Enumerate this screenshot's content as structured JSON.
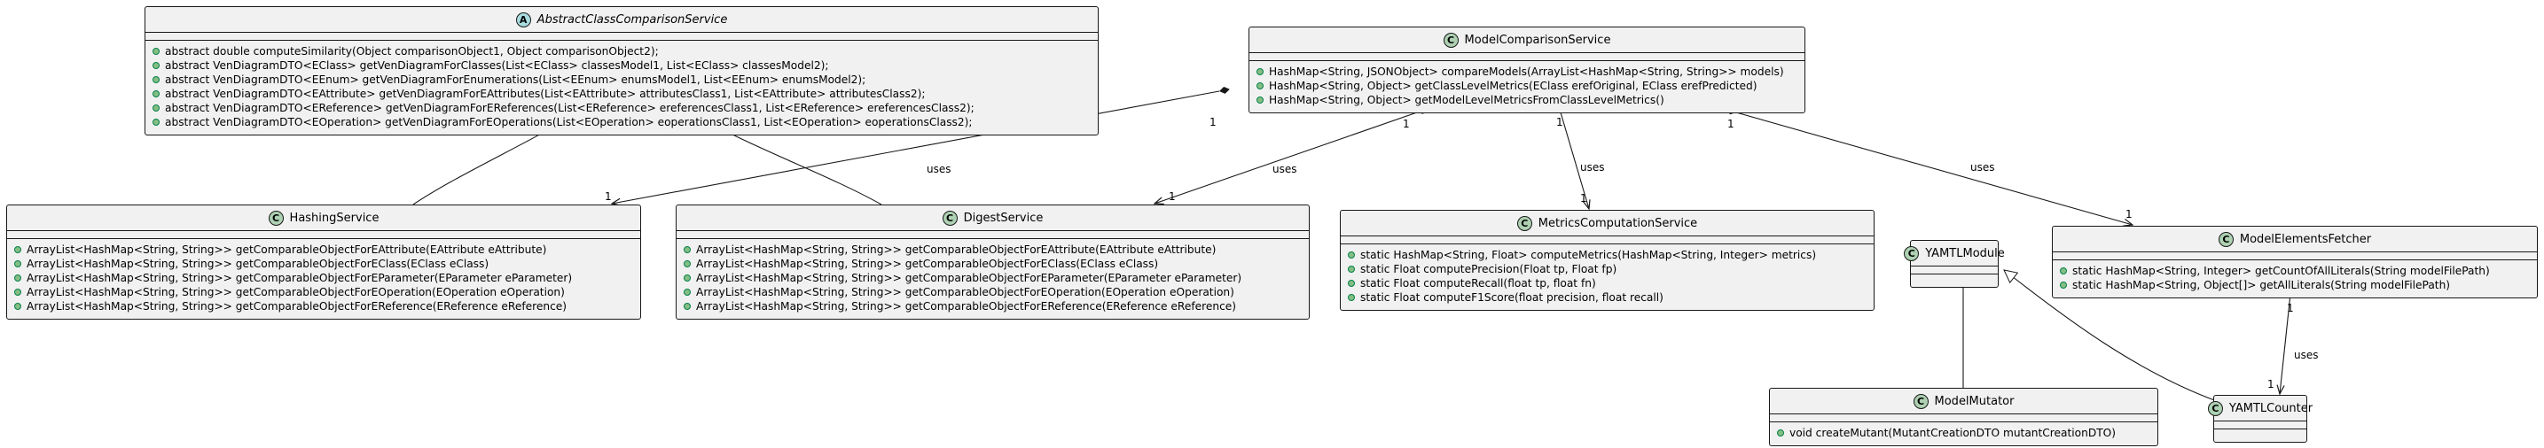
{
  "classes": [
    {
      "id": "abstract",
      "name": "AbstractClassComparisonService",
      "stereotype": "A",
      "abstract": true,
      "methods": [
        "abstract double computeSimilarity(Object comparisonObject1, Object comparisonObject2);",
        "abstract VenDiagramDTO<EClass>  getVenDiagramForClasses(List<EClass> classesModel1, List<EClass> classesModel2);",
        "abstract VenDiagramDTO<EEnum>  getVenDiagramForEnumerations(List<EEnum> enumsModel1, List<EEnum> enumsModel2);",
        "abstract VenDiagramDTO<EAttribute> getVenDiagramForEAttributes(List<EAttribute> attributesClass1, List<EAttribute> attributesClass2);",
        "abstract VenDiagramDTO<EReference> getVenDiagramForEReferences(List<EReference> ereferencesClass1, List<EReference> ereferencesClass2);",
        "abstract VenDiagramDTO<EOperation> getVenDiagramForEOperations(List<EOperation> eoperationsClass1, List<EOperation> eoperationsClass2);"
      ]
    },
    {
      "id": "modelcomp",
      "name": "ModelComparisonService",
      "stereotype": "C",
      "methods": [
        "HashMap<String, JSONObject> compareModels(ArrayList<HashMap<String, String>> models)",
        "HashMap<String, Object> getClassLevelMetrics(EClass erefOriginal, EClass erefPredicted)",
        "HashMap<String, Object> getModelLevelMetricsFromClassLevelMetrics()"
      ]
    },
    {
      "id": "hashing",
      "name": "HashingService",
      "stereotype": "C",
      "methods": [
        "ArrayList<HashMap<String, String>> getComparableObjectForEAttribute(EAttribute eAttribute)",
        "ArrayList<HashMap<String, String>> getComparableObjectForEClass(EClass eClass)",
        "ArrayList<HashMap<String, String>> getComparableObjectForEParameter(EParameter eParameter)",
        "ArrayList<HashMap<String, String>> getComparableObjectForEOperation(EOperation eOperation)",
        "ArrayList<HashMap<String, String>> getComparableObjectForEReference(EReference eReference)"
      ]
    },
    {
      "id": "digest",
      "name": "DigestService",
      "stereotype": "C",
      "methods": [
        "ArrayList<HashMap<String, String>> getComparableObjectForEAttribute(EAttribute eAttribute)",
        "ArrayList<HashMap<String, String>> getComparableObjectForEClass(EClass eClass)",
        "ArrayList<HashMap<String, String>> getComparableObjectForEParameter(EParameter eParameter)",
        "ArrayList<HashMap<String, String>> getComparableObjectForEOperation(EOperation eOperation)",
        "ArrayList<HashMap<String, String>> getComparableObjectForEReference(EReference eReference)"
      ]
    },
    {
      "id": "metrics",
      "name": "MetricsComputationService",
      "stereotype": "C",
      "methods": [
        "static HashMap<String, Float> computeMetrics(HashMap<String, Integer> metrics)",
        "static Float computePrecision(Float tp, Float fp)",
        "static Float computeRecall(float tp, float fn)",
        "static Float computeF1Score(float precision, float recall)"
      ]
    },
    {
      "id": "yamtlmodule",
      "name": "YAMTLModule",
      "stereotype": "C",
      "methods": []
    },
    {
      "id": "fetcher",
      "name": "ModelElementsFetcher",
      "stereotype": "C",
      "methods": [
        "static HashMap<String, Integer> getCountOfAllLiterals(String modelFilePath)",
        "static HashMap<String, Object[]> getAllLiterals(String modelFilePath)"
      ]
    },
    {
      "id": "mutator",
      "name": "ModelMutator",
      "stereotype": "C",
      "methods": [
        "void createMutant(MutantCreationDTO mutantCreationDTO)"
      ]
    },
    {
      "id": "counter",
      "name": "YAMTLCounter",
      "stereotype": "C",
      "methods": []
    }
  ],
  "edges": [
    {
      "id": "comp-hashing",
      "label": "uses",
      "from_mult": "1",
      "to_mult": "1"
    },
    {
      "id": "comp-digest",
      "label": "uses",
      "from_mult": "1",
      "to_mult": "1"
    },
    {
      "id": "comp-metrics",
      "label": "uses",
      "from_mult": "1",
      "to_mult": "1"
    },
    {
      "id": "comp-fetcher",
      "label": "uses",
      "from_mult": "1",
      "to_mult": "1"
    },
    {
      "id": "fetcher-counter",
      "label": "uses",
      "from_mult": "1",
      "to_mult": "1"
    }
  ],
  "colors": {
    "class_fill": "#f1f1f1",
    "border": "#181818",
    "class_badge": "#add1b2",
    "abstract_badge": "#a9dcdf",
    "public_dot": "#84be84"
  }
}
